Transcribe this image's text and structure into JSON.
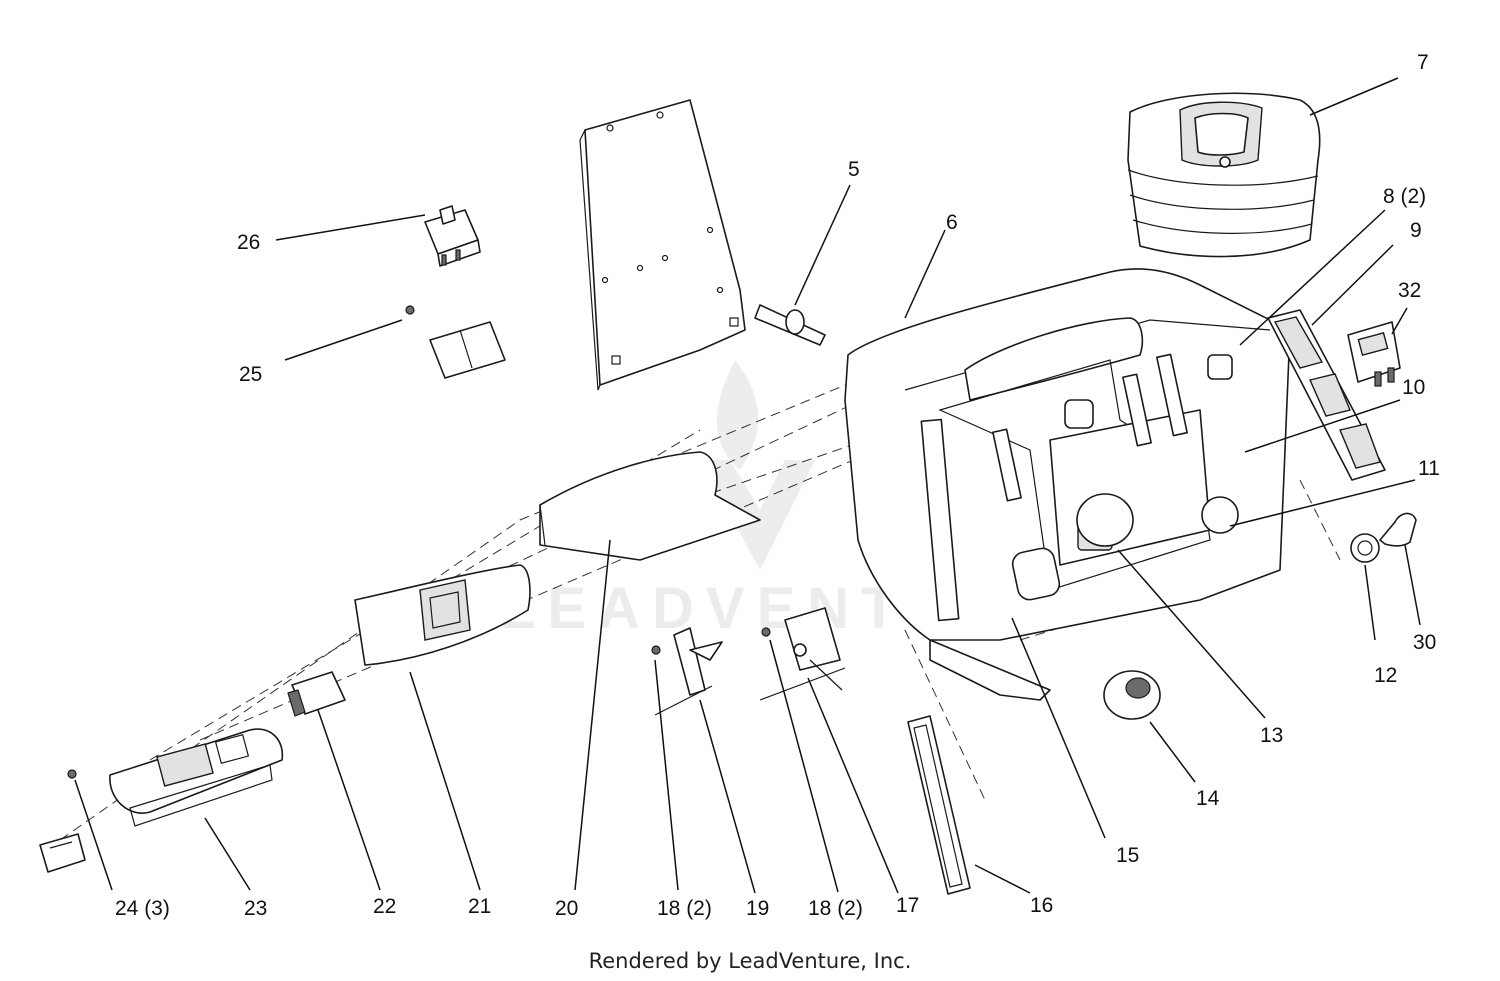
{
  "diagram": {
    "footer": "Rendered by LeadVenture, Inc.",
    "watermark": "LEADVENTURE",
    "callouts": {
      "c5": "5",
      "c6": "6",
      "c7": "7",
      "c8": "8 (2)",
      "c9": "9",
      "c32": "32",
      "c10": "10",
      "c11": "11",
      "c12": "12",
      "c30": "30",
      "c13": "13",
      "c14": "14",
      "c15": "15",
      "c16": "16",
      "c17": "17",
      "c18b": "18 (2)",
      "c19": "19",
      "c18a": "18 (2)",
      "c20": "20",
      "c21": "21",
      "c22": "22",
      "c23": "23",
      "c24": "24 (3)",
      "c25": "25",
      "c26": "26"
    }
  }
}
